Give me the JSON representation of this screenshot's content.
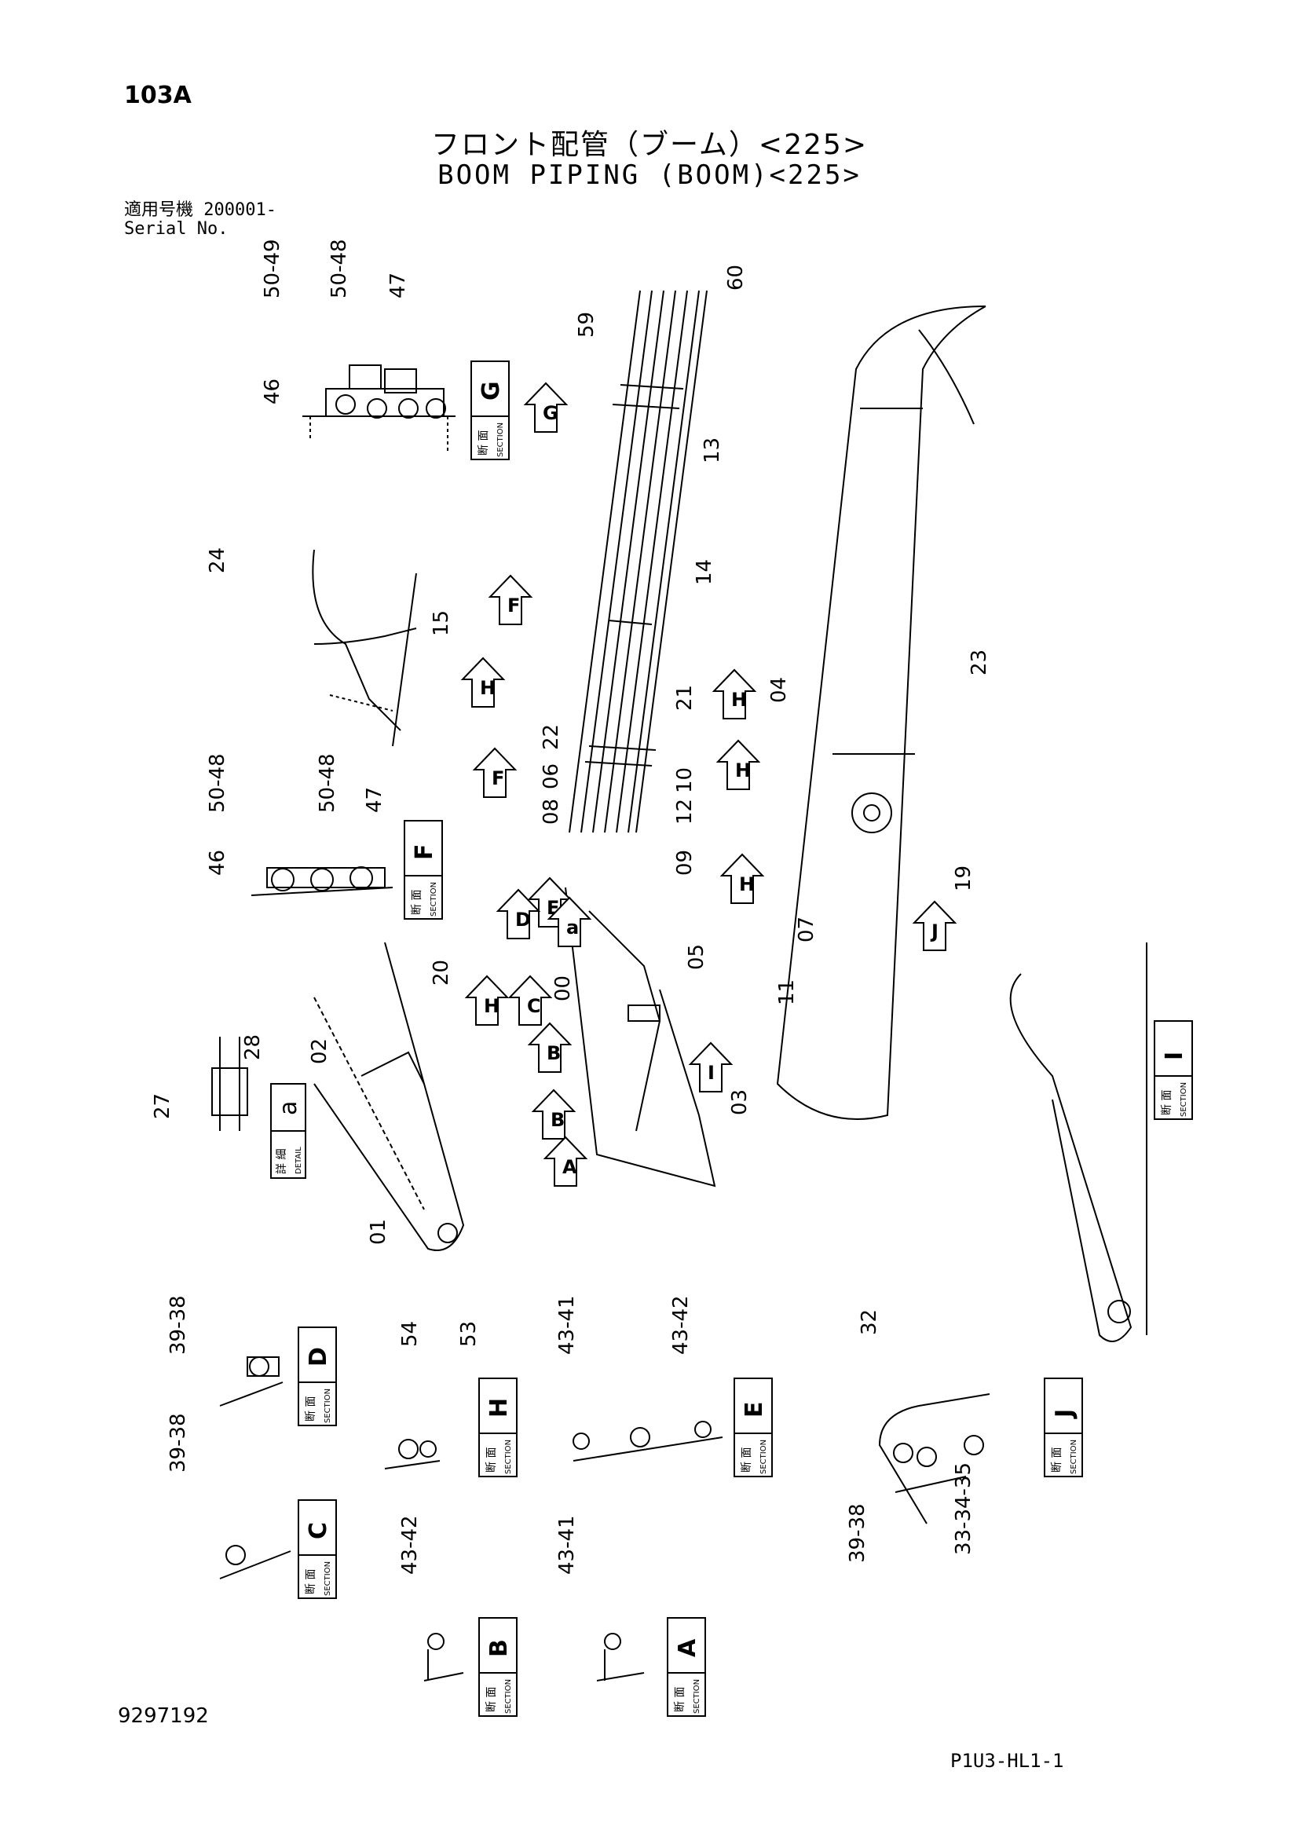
{
  "header": {
    "page_number": "103A",
    "title_jp": "フロント配管（ブーム）<225>",
    "title_en": "BOOM PIPING (BOOM)<225>",
    "serial_label_jp": "適用号機  200001-",
    "serial_label_en": "Serial No."
  },
  "footer": {
    "document_number": "9297192",
    "drawing_code": "P1U3-HL1-1"
  },
  "section_labels": {
    "jp": "断 面",
    "en": "SECTION",
    "detail_jp": "詳 細",
    "detail_en": "DETAIL"
  },
  "sections": [
    "G",
    "F",
    "D",
    "H",
    "E",
    "J",
    "C",
    "B",
    "A",
    "I"
  ],
  "detail": "a",
  "view_arrows": [
    "G",
    "F",
    "H",
    "H",
    "F",
    "H",
    "H",
    "E",
    "D",
    "H",
    "C",
    "B",
    "B",
    "A",
    "I",
    "J",
    "a"
  ],
  "callouts": [
    "50-49",
    "50-48",
    "47",
    "46",
    "60",
    "59",
    "13",
    "24",
    "14",
    "15",
    "23",
    "04",
    "50-48",
    "50-48",
    "47",
    "46",
    "22",
    "06",
    "08",
    "21",
    "10",
    "12",
    "09",
    "19",
    "07",
    "11",
    "05",
    "00",
    "20",
    "02",
    "28",
    "27",
    "03",
    "01",
    "39-38",
    "54",
    "53",
    "43-41",
    "43-42",
    "32",
    "39-38",
    "43-42",
    "43-41",
    "39-38",
    "33-34-35"
  ]
}
